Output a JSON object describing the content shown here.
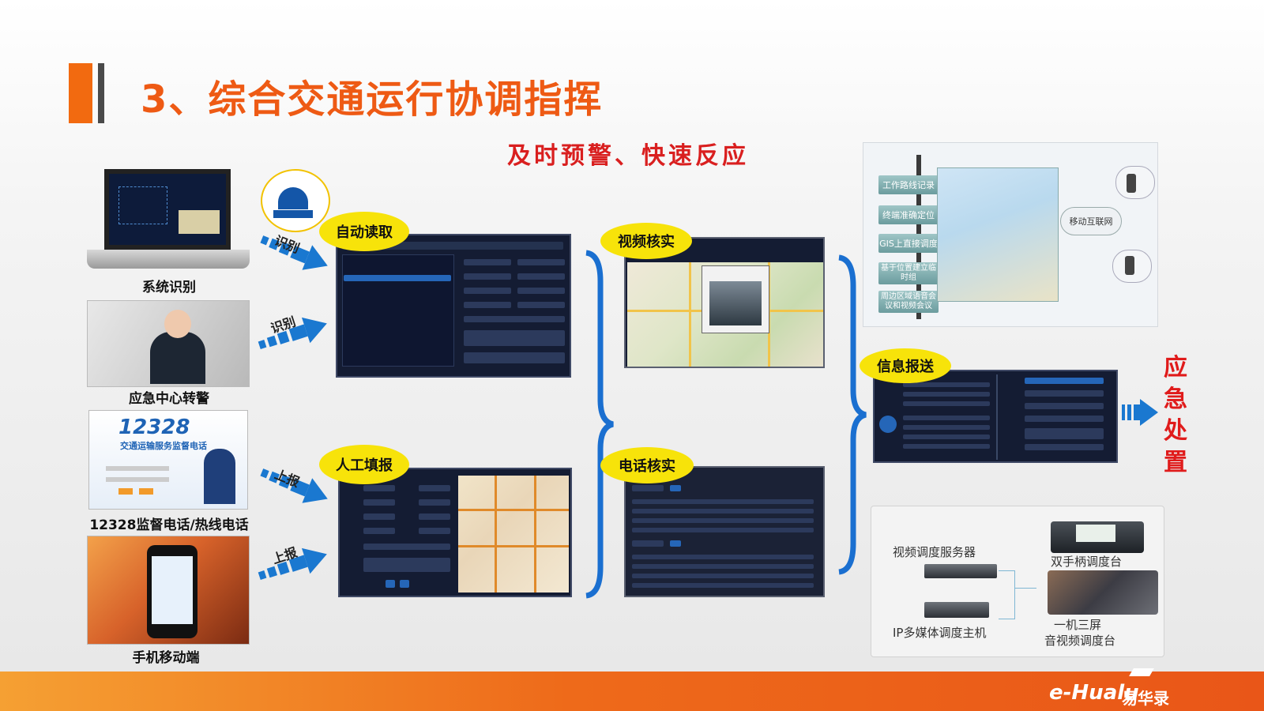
{
  "header": {
    "title": "3、综合交通运行协调指挥",
    "subtitle": "及时预警、快速反应",
    "accent_color": "#ee5a14"
  },
  "sources": [
    {
      "label": "系统识别"
    },
    {
      "label": "应急中心转警"
    },
    {
      "label": "12328监督电话/热线电话"
    },
    {
      "label": "手机移动端"
    }
  ],
  "hotline_card": {
    "number": "12328",
    "name": "交通运输服务监督电话"
  },
  "arrows": [
    "识别",
    "识别",
    "上报",
    "上报"
  ],
  "steps": {
    "auto_read": "自动读取",
    "manual_fill": "人工填报",
    "video_verify": "视频核实",
    "phone_verify": "电话核实",
    "info_report": "信息报送"
  },
  "gis_buttons": [
    "工作路线记录",
    "终端准确定位",
    "GIS上直接调度",
    "基于位置建立临时组",
    "周边区域语音会议和视频会议"
  ],
  "gis_cloud": "移动互联网",
  "result": "应急处置",
  "equipment": {
    "server": "视频调度服务器",
    "host": "IP多媒体调度主机",
    "console_dual": "双手柄调度台",
    "console_three": "一机三屏",
    "console_three_sub": "音视频调度台"
  },
  "brand": {
    "latin": "e-Hualu",
    "cn": "易华录"
  },
  "colors": {
    "footer_start": "#f5a033",
    "footer_end": "#e95618",
    "badge": "#f7e30a",
    "result_red": "#e01b1b",
    "arrow_blue": "#1a78d0"
  }
}
